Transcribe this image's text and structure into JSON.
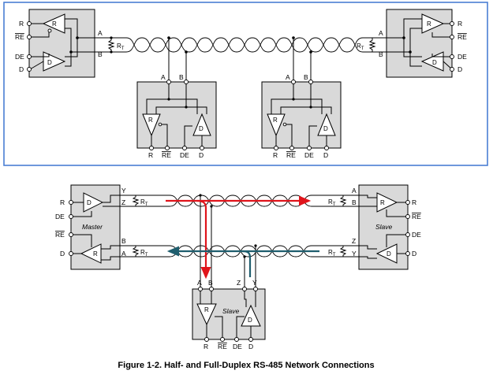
{
  "half_duplex": {
    "left_pins": [
      "R",
      "RE",
      "DE",
      "D"
    ],
    "right_pins": [
      "R",
      "RE",
      "DE",
      "D"
    ],
    "bus_pins": [
      "A",
      "B"
    ],
    "terminator": "RT",
    "gate_labels": [
      "R",
      "D"
    ],
    "node_bottom_pins": [
      "R",
      "RE",
      "DE",
      "D"
    ],
    "node_top_pins": [
      "A",
      "B"
    ]
  },
  "full_duplex": {
    "master": {
      "label": "Master",
      "left_pins": [
        "R",
        "DE",
        "RE",
        "D"
      ],
      "bus_pins": [
        "Y",
        "Z",
        "B",
        "A"
      ],
      "gate_labels": [
        "D",
        "R"
      ]
    },
    "slave_right": {
      "label": "Slave",
      "right_pins": [
        "R",
        "RE",
        "DE",
        "D"
      ],
      "bus_pins": [
        "A",
        "B",
        "Z",
        "Y"
      ],
      "gate_labels": [
        "R",
        "D"
      ]
    },
    "slave_bottom": {
      "label": "Slave",
      "top_pins": [
        "A",
        "B",
        "Z",
        "Y"
      ],
      "bottom_pins": [
        "R",
        "RE",
        "DE",
        "D"
      ],
      "gate_labels": [
        "R",
        "D"
      ]
    },
    "terminator": "RT",
    "colors": {
      "master_to_slave": "#e0141b",
      "slave_to_master": "#1f5e6e"
    }
  },
  "caption": "Figure 1-2. Half- and Full-Duplex RS-485 Network Connections",
  "colors": {
    "frame": "#4a7fd4",
    "box": "#d9d9d9"
  }
}
